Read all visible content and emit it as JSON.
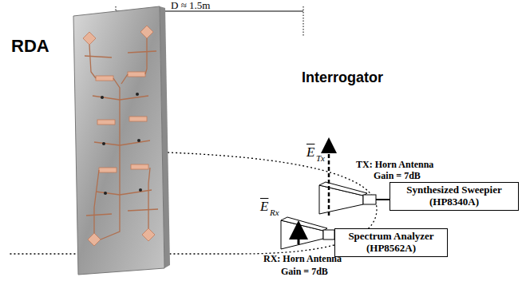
{
  "diagram": {
    "nodes": [
      {
        "text": [
          "Synthesized Sweepier (HP8340A)"
        ]
      },
      {
        "text": [
          "Spectrum Analyzer (HP8562A)"
        ]
      }
    ],
    "labels": [
      "RDA",
      "D ≈ 1.5m",
      "Interrogator",
      "E",
      "Tx",
      "TX: Horn Antenna",
      "Gain = 7dB",
      "E",
      "Rx",
      "RX: Horn Antenna",
      "Gain = 7dB"
    ]
  }
}
